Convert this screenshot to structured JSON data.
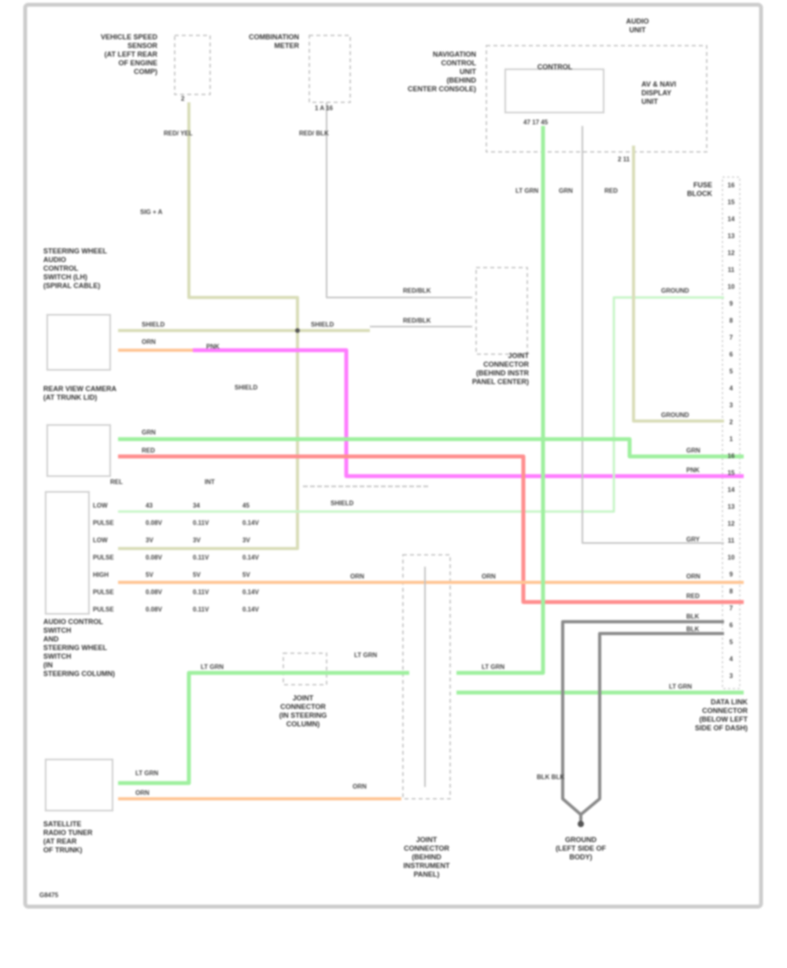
{
  "colors": {
    "tan": "#d9ddb8",
    "orange": "#ffc594",
    "magenta": "#ff7dff",
    "green": "#9ff09f",
    "light_green": "#c8f5c8",
    "red": "#ff8e8e",
    "gray": "#bdbdbd",
    "dark_gray": "#8a8a8a",
    "border": "#cfcfcf"
  },
  "components": {
    "vehicle_speed_sensor": [
      "VEHICLE SPEED",
      "SENSOR",
      "(AT LEFT REAR",
      "OF ENGINE",
      "COMP)"
    ],
    "combination_meter": [
      "COMBINATION",
      "METER"
    ],
    "navigation_unit": [
      "NAVIGATION",
      "CONTROL",
      "UNIT",
      "(BEHIND",
      "CENTER CONSOLE)"
    ],
    "nav_inner": "CONTROL",
    "display_unit": [
      "AV & NAVI",
      "DISPLAY",
      "UNIT"
    ],
    "audio_unit_top": [
      "AUDIO",
      "UNIT"
    ],
    "steering_switch": [
      "STEERING WHEEL",
      "AUDIO",
      "CONTROL",
      "SWITCH (LH)",
      "(SPIRAL CABLE)"
    ],
    "rear_view_camera": [
      "REAR VIEW CAMERA",
      "(AT TRUNK LID)"
    ],
    "audio_control_unit": [
      "AUDIO CONTROL",
      "SWITCH",
      "AND",
      "STEERING WHEEL",
      "SWITCH",
      "(IN",
      "STEERING COLUMN)"
    ],
    "joint_connector_mid": [
      "JOINT",
      "CONNECTOR",
      "(BEHIND INSTR",
      "PANEL CENTER)"
    ],
    "joint_connector_low": [
      "JOINT",
      "CONNECTOR",
      "(BEHIND",
      "INSTRUMENT",
      "PANEL)"
    ],
    "joint_connector_small": [
      "JOINT",
      "CONNECTOR",
      "(IN STEERING",
      "COLUMN)"
    ],
    "satellite_receiver": [
      "SATELLITE",
      "RADIO TUNER",
      "(AT REAR",
      "OF TRUNK)"
    ],
    "data_link": [
      "DATA LINK",
      "CONNECTOR",
      "(BELOW LEFT",
      "SIDE OF DASH)"
    ],
    "ground": [
      "GROUND",
      "(LEFT SIDE OF",
      "BODY)"
    ],
    "fuse_title": [
      "FUSE",
      "BLOCK"
    ]
  },
  "wires": {
    "vss_pin": "2",
    "meter_pins": "1  A  16",
    "vss_wire": "RED/\nYEL",
    "meter_wire": "RED/\nBLK",
    "vss_down": "SIG + A",
    "nav_pins": "47  17  45",
    "nav_lt_grn": "LT GRN",
    "nav_grn": "GRN",
    "audio_pin": "2 11",
    "audio_wire": "RED",
    "red_blk_1": "RED/BLK",
    "red_blk_2": "RED/BLK",
    "shield_a": "SHIELD",
    "shield_b": "SHIELD",
    "shield_c": "SHIELD",
    "grn_1": "GRN",
    "red_1": "RED",
    "org_1": "ORN",
    "pnk_1": "PNK",
    "ground_label": "GROUND",
    "ground_label2": "GROUND",
    "grn_right": "GRN",
    "pnk_right": "PNK",
    "gry_right": "GRY",
    "org_right": "ORN",
    "red_right": "RED",
    "blk_right_1": "BLK",
    "blk_right_2": "BLK",
    "lt_grn_right": "LT GRN",
    "org_mid": "ORN",
    "org_mid2": "ORN",
    "lt_grn_mid": "LT GRN",
    "lt_grn_low": "LT GRN",
    "lt_grn_low2": "LT GRN",
    "lt_grn_cam": "LT GRN",
    "org_cam": "ORN",
    "org_cam2": "ORN",
    "blk_y": "BLK  BLK",
    "shield_mid": "SHIELD"
  },
  "table": {
    "header_left": "REL",
    "header_right": "INT",
    "rows": [
      [
        "LOW",
        "43",
        "34",
        "45"
      ],
      [
        "PULSE",
        "0.08V",
        "0.11V",
        "0.14V"
      ],
      [
        "LOW",
        "3V",
        "3V",
        "3V"
      ],
      [
        "PULSE",
        "0.08V",
        "0.11V",
        "0.14V"
      ],
      [
        "HIGH",
        "5V",
        "5V",
        "5V"
      ],
      [
        "PULSE",
        "0.08V",
        "0.11V",
        "0.14V"
      ],
      [
        "PULSE",
        "0.08V",
        "0.11V",
        "0.14V"
      ]
    ]
  },
  "connector_pins": [
    "16",
    "15",
    "14",
    "13",
    "12",
    "11",
    "10",
    "9",
    "8",
    "7",
    "6",
    "5",
    "4",
    "3",
    "2",
    "1",
    "16",
    "15",
    "14",
    "13",
    "12",
    "11",
    "10",
    "9",
    "8",
    "7",
    "6",
    "5",
    "4",
    "3"
  ],
  "footer": "G8475"
}
